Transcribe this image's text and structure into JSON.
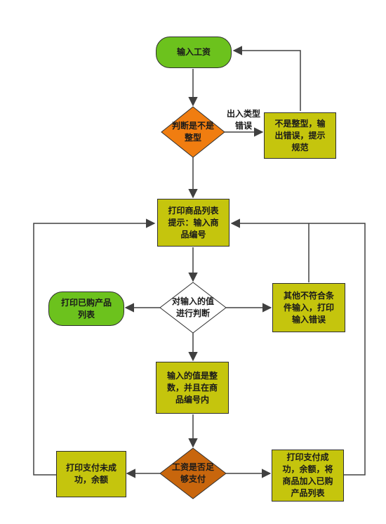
{
  "nodes": {
    "input_salary": "输入工资",
    "check_integer": "判断是不是\n整型",
    "not_integer_error": "不是整型，输\n出错误，提示\n规范",
    "print_product_list": "打印商品列表\n提示：输入商\n品编号",
    "judge_input": "对输入的值\n进行判断",
    "print_purchased": "打印已购产品\n列表",
    "other_invalid_input": "其他不符合条\n件输入，打印\n输入错误",
    "valid_product_number": "输入的值是整\n数，并且在商\n品编号内",
    "check_enough_salary": "工资是否足\n够支付",
    "pay_fail": "打印支付未成\n功，余额",
    "pay_success": "打印支付成\n功，余额，将\n商品加入已购\n产品列表"
  },
  "edge_labels": {
    "type_error": "出入类型\n错误"
  },
  "colors": {
    "terminal_fill": "#6cc21d",
    "process_fill": "#c5c50d",
    "decision_fill": "#f07d10",
    "decision_dark_fill": "#c8660d",
    "decision_white_fill": "#ffffff",
    "line": "#404040"
  }
}
